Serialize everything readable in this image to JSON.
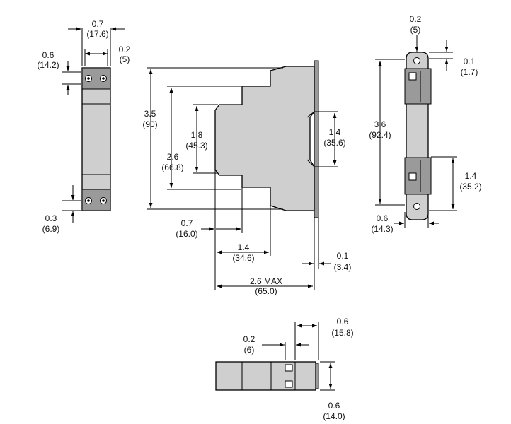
{
  "front": {
    "width_in": "0.7",
    "width_mm": "(17.6)",
    "top_in": "0.6",
    "top_mm": "(14.2)",
    "screw_in": "0.2",
    "screw_mm": "(5)",
    "bottom_in": "0.3",
    "bottom_mm": "(6.9)"
  },
  "side": {
    "h1_in": "3.5",
    "h1_mm": "(90)",
    "h2_in": "2.6",
    "h2_mm": "(66.8)",
    "h3_in": "1.8",
    "h3_mm": "(45.3)",
    "rail_in": "1.4",
    "rail_mm": "(35.6)",
    "w1_in": "0.7",
    "w1_mm": "(16.0)",
    "w2_in": "1.4",
    "w2_mm": "(34.6)",
    "clip_in": "0.1",
    "clip_mm": "(3.4)",
    "wmax_in": "2.6 MAX",
    "wmax_mm": "(65.0)"
  },
  "back": {
    "top_in": "0.2",
    "top_mm": "(5)",
    "tab_in": "0.1",
    "tab_mm": "(1.7)",
    "height_in": "3.6",
    "height_mm": "(92.4)",
    "lower_in": "1.4",
    "lower_mm": "(35.2)",
    "width_in": "0.6",
    "width_mm": "(14.3)"
  },
  "bottom": {
    "gap_in": "0.2",
    "gap_mm": "(6)",
    "end_in": "0.6",
    "end_mm": "(15.8)",
    "depth_in": "0.6",
    "depth_mm": "(14.0)"
  }
}
